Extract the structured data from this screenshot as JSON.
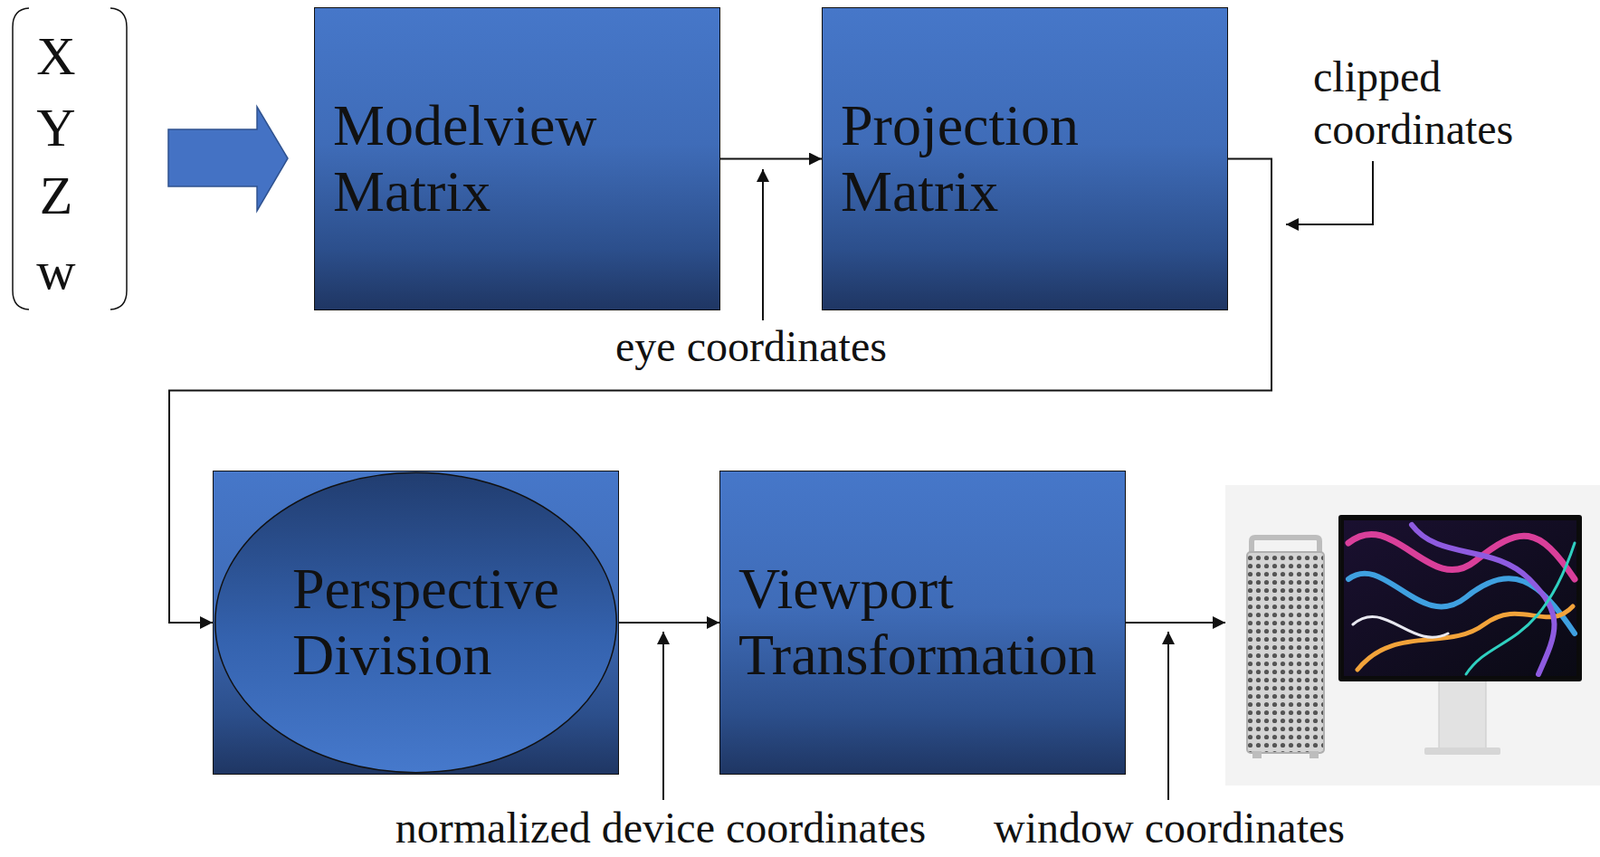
{
  "diagram": {
    "nodes": [
      {
        "text": [
          "Modelview Matrix"
        ]
      },
      {
        "text": [
          "Projection Matrix"
        ]
      },
      {
        "text": [
          "Perspective Division"
        ]
      },
      {
        "text": [
          "Viewport Transformation"
        ]
      }
    ],
    "edges": [
      {
        "from": 0,
        "to": 1,
        "arrow": "to"
      },
      {
        "from": 1,
        "to": 2,
        "arrow": "to"
      },
      {
        "from": 2,
        "to": 3,
        "arrow": "to"
      }
    ],
    "labels": [
      "X",
      "Y",
      "Z",
      "w",
      "eye coordinates",
      "clipped coordinates",
      "normalized device coordinates",
      "window coordinates"
    ]
  }
}
